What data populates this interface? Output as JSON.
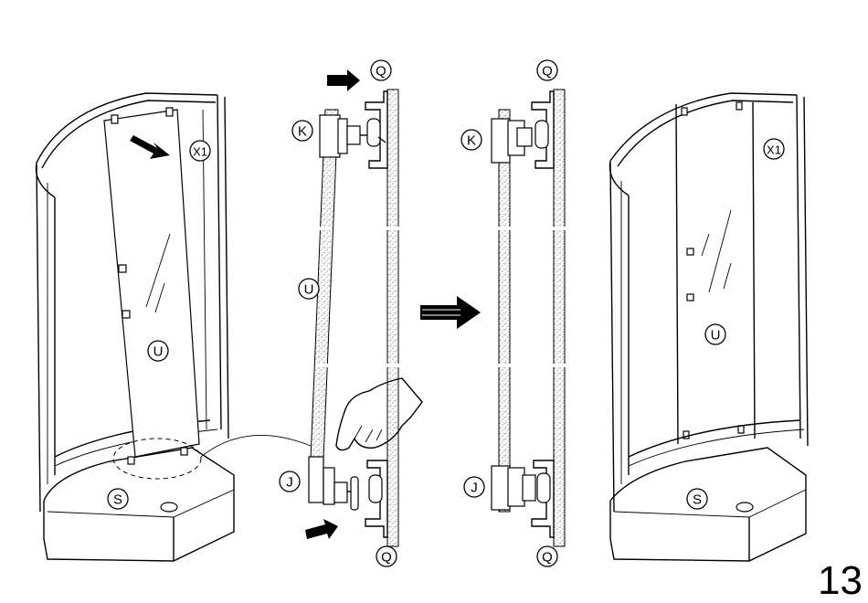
{
  "page_number": "13",
  "labels": {
    "X1": "X1",
    "U": "U",
    "S": "S",
    "K": "K",
    "J": "J",
    "Q": "Q"
  },
  "colors": {
    "ink": "#000000",
    "paper": "#ffffff"
  },
  "icons": [
    "push-arrow-icon",
    "hand-icon",
    "step-arrow-icon"
  ]
}
